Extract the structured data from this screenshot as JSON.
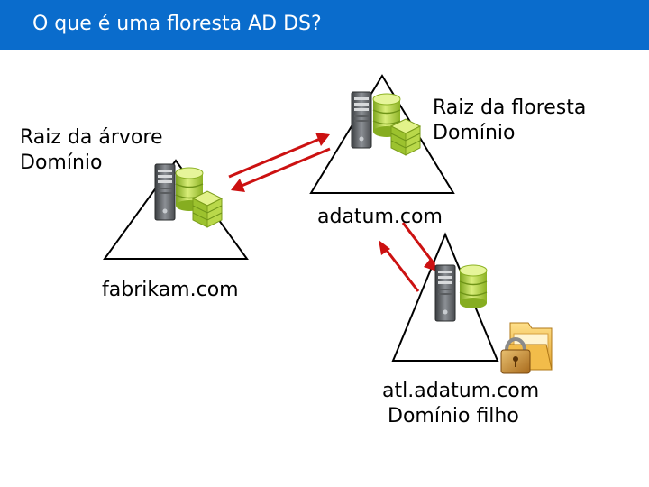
{
  "header": {
    "title": "O que é uma floresta AD DS?"
  },
  "colors": {
    "header_bg": "#0a6ccc",
    "arrow": "#cc1111",
    "triangle_stroke": "#000000"
  },
  "labels": {
    "tree_root_line1": "Raiz da árvore",
    "tree_root_line2": "Domínio",
    "forest_root_line1": "Raiz da floresta",
    "forest_root_line2": "Domínio",
    "adatum": "adatum.com",
    "fabrikam": "fabrikam.com",
    "atl_line1": "atl.adatum.com",
    "atl_line2": "Domínio filho"
  },
  "icons": [
    "server-icon",
    "database-icon",
    "lock-folder-icon"
  ]
}
